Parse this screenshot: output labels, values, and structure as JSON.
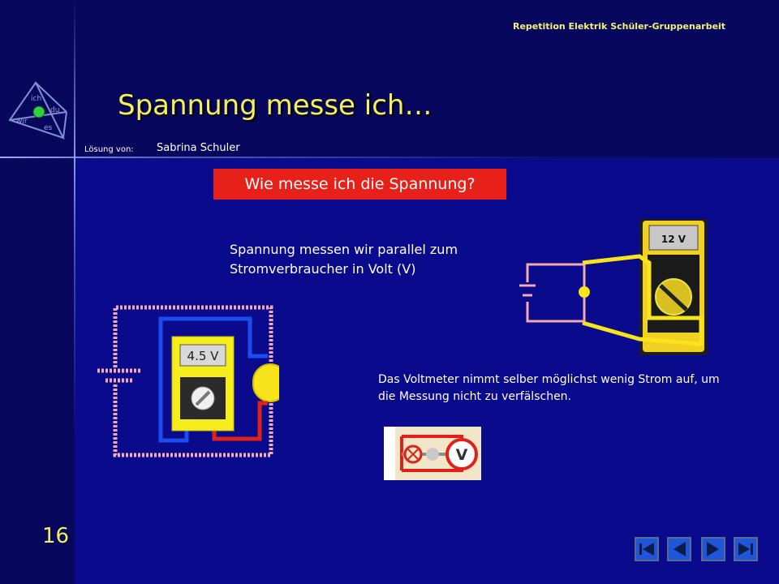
{
  "header": {
    "caption": "Repetition Elektrik Schüler-Gruppenarbeit",
    "title": "Spannung messe ich…",
    "solution_label": "Lösung von:",
    "solution_name": "Sabrina Schuler"
  },
  "logo": {
    "words": [
      "ich",
      "du",
      "wir",
      "es"
    ]
  },
  "content": {
    "question": "Wie messe ich die Spannung?",
    "text_parallel": "Spannung messen wir parallel zum Stromverbraucher in Volt (V)",
    "text_voltmeter": "Das Voltmeter nimmt selber möglichst wenig Strom auf,  um die Messung nicht zu verfälschen."
  },
  "figures": {
    "circuit_meter_reading": "4.5 V",
    "photo_meter_reading": "12 V",
    "symbol_label": "V"
  },
  "slide_number": "16",
  "nav": {
    "first": "first-slide",
    "previous": "previous-slide",
    "next": "next-slide",
    "last": "last-slide"
  },
  "colors": {
    "background": "#0a0a8c",
    "band": "#07075e",
    "accent_yellow": "#f5f05a",
    "question_red": "#e8201a"
  }
}
